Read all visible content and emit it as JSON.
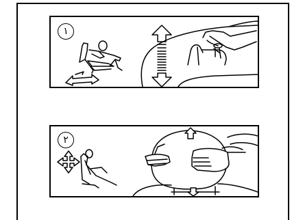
{
  "steps": [
    {
      "number": "١",
      "illustration": "seat-and-headrest-height-adjustment"
    },
    {
      "number": "٢",
      "illustration": "headrest-removal"
    }
  ],
  "colors": {
    "ink": "#000000",
    "paper": "#ffffff"
  }
}
